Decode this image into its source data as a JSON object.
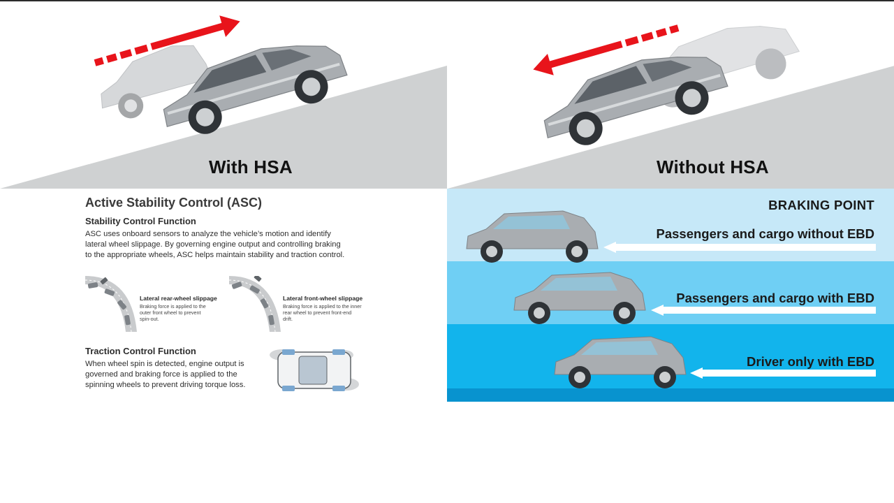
{
  "hsa": {
    "with_label": "With HSA",
    "without_label": "Without HSA"
  },
  "asc": {
    "title": "Active Stability Control (ASC)",
    "stability": {
      "heading": "Stability Control Function",
      "line1": "ASC uses onboard sensors to analyze the vehicle’s motion and identify",
      "line2": "lateral wheel slippage. By governing engine output and controlling braking",
      "line3": "to the appropriate wheels, ASC helps maintain stability and traction control."
    },
    "rear_slip": {
      "title": "Lateral rear-wheel slippage",
      "line1": "Braking force is applied to the",
      "line2": "outer front wheel to prevent",
      "line3": "spin-out."
    },
    "front_slip": {
      "title": "Lateral front-wheel slippage",
      "line1": "Braking force is applied to the inner",
      "line2": "rear wheel to prevent front-end",
      "line3": "drift."
    },
    "traction": {
      "heading": "Traction Control Function",
      "line1": "When wheel spin is detected, engine output is",
      "line2": "governed and braking force is applied to the",
      "line3": "spinning wheels to prevent driving torque loss."
    }
  },
  "ebd": {
    "braking_point": "BRAKING POINT",
    "row1": "Passengers and cargo without EBD",
    "row2": "Passengers and cargo with EBD",
    "row3": "Driver only with EBD"
  },
  "colors": {
    "arrow_red": "#e8141b",
    "slope_gray": "#cfd1d2",
    "car_silver": "#a9adb1",
    "band_light": "#c6e8f8",
    "band_mid": "#6fcff4",
    "band_deep": "#12b4ec"
  }
}
